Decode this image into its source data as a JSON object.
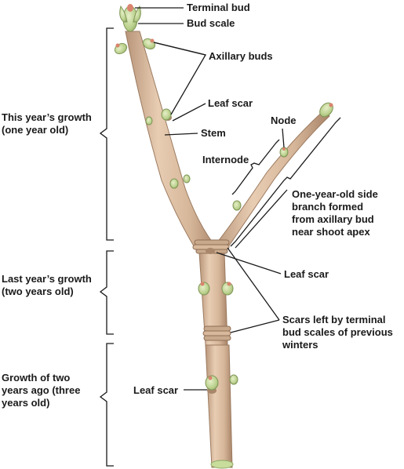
{
  "labels": {
    "terminal_bud": "Terminal bud",
    "bud_scale": "Bud scale",
    "axillary_buds": "Axillary buds",
    "leaf_scar_top": "Leaf scar",
    "stem": "Stem",
    "node": "Node",
    "internode": "Internode",
    "side_branch_line1": "One-year-old side",
    "side_branch_line2": "branch formed",
    "side_branch_line3": "from axillary bud",
    "side_branch_line4": "near shoot apex",
    "leaf_scar_middle": "Leaf scar",
    "bud_scale_scars_line1": "Scars left by terminal",
    "bud_scale_scars_line2": "bud scales of previous",
    "bud_scale_scars_line3": "winters",
    "leaf_scar_bottom": "Leaf scar"
  },
  "growth_periods": {
    "this_year_line1": "This year’s growth",
    "this_year_line2": "(one year old)",
    "last_year_line1": "Last year’s growth",
    "last_year_line2": "(two years old)",
    "two_years_ago_line1": "Growth of two",
    "two_years_ago_line2": "years ago (three",
    "two_years_ago_line3": "years old)"
  },
  "colors": {
    "stem": "#d9b99b",
    "bud": "#b8cf8a",
    "bud_tip": "#d9846e",
    "scar": "#a9876b",
    "line": "#1a1a1a"
  }
}
